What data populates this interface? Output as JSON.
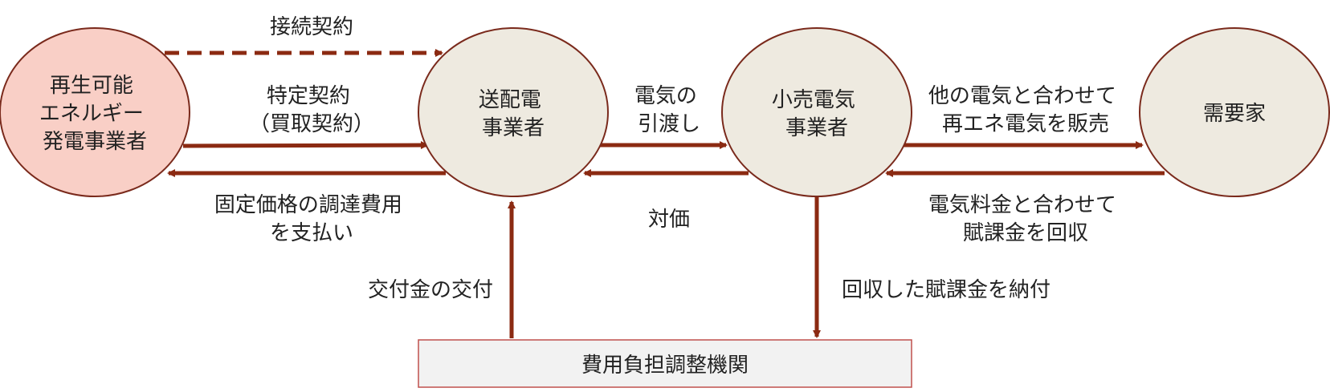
{
  "colors": {
    "arrow": "#8B2A12",
    "node_fill": "#EEEAE0",
    "node_stroke": "#7A2A1C",
    "producer_fill": "#F9CFC6",
    "box_fill": "#F2F2F2",
    "box_stroke": "#C0504D"
  },
  "nodes": {
    "producer": {
      "lines": [
        "再生可能",
        "エネルギー",
        "発電事業者"
      ]
    },
    "transmission": {
      "lines": [
        "送配電",
        "事業者"
      ]
    },
    "retailer": {
      "lines": [
        "小売電気",
        "事業者"
      ]
    },
    "consumer": {
      "lines": [
        "需要家"
      ]
    }
  },
  "box": {
    "label": "費用負担調整機関"
  },
  "edges": {
    "connection_contract": {
      "label": "接続契約",
      "style": "dashed"
    },
    "specific_contract": {
      "lines": [
        "特定契約",
        "（買取契約）"
      ]
    },
    "fixed_price_payment": {
      "lines": [
        "固定価格の調達費用",
        "を支払い"
      ]
    },
    "electricity_delivery": {
      "lines": [
        "電気の",
        "引渡し"
      ]
    },
    "consideration": {
      "label": "対価"
    },
    "sell_renewable": {
      "lines": [
        "他の電気と合わせて",
        "再エネ電気を販売"
      ]
    },
    "collect_surcharge": {
      "lines": [
        "電気料金と合わせて",
        "賦課金を回収"
      ]
    },
    "grant": {
      "label": "交付金の交付"
    },
    "pay_surcharge": {
      "label": "回収した賦課金を納付"
    }
  }
}
